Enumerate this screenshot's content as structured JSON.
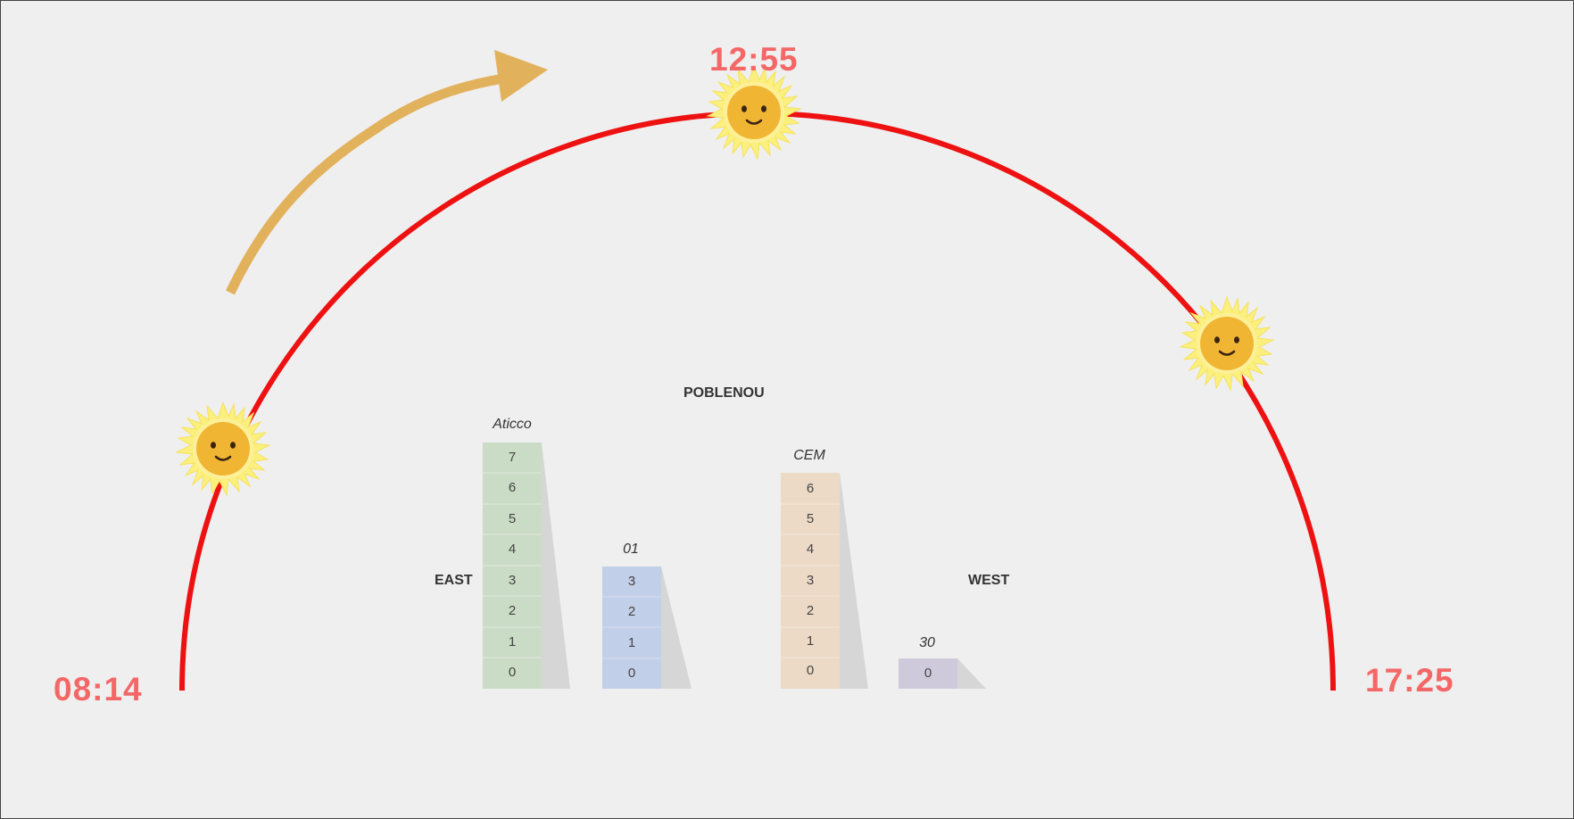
{
  "times": {
    "sunrise": "08:14",
    "noon": "12:55",
    "sunset": "17:25"
  },
  "labels": {
    "title": "POBLENOU",
    "east": "EAST",
    "west": "WEST"
  },
  "buildings": [
    {
      "name": "Aticco",
      "color": "#cbdcc6",
      "floors": [
        "7",
        "6",
        "5",
        "4",
        "3",
        "2",
        "1",
        "0"
      ]
    },
    {
      "name": "01",
      "color": "#c2cfe8",
      "floors": [
        "3",
        "2",
        "1",
        "0"
      ]
    },
    {
      "name": "CEM",
      "color": "#ecdac6",
      "floors": [
        "6",
        "5",
        "4",
        "3",
        "2",
        "1",
        "0"
      ]
    },
    {
      "name": "30",
      "color": "#cfcadb",
      "floors": [
        "0"
      ]
    }
  ],
  "colors": {
    "arc": "#ee1111",
    "time_text": "#f46767",
    "arrow": "#e2b15c",
    "sun_rays": "#fbef7e",
    "sun_face": "#f1b534",
    "shadow": "#d6d6d6"
  },
  "icons": [
    "sun-icon",
    "sun-path-arrow-icon"
  ]
}
